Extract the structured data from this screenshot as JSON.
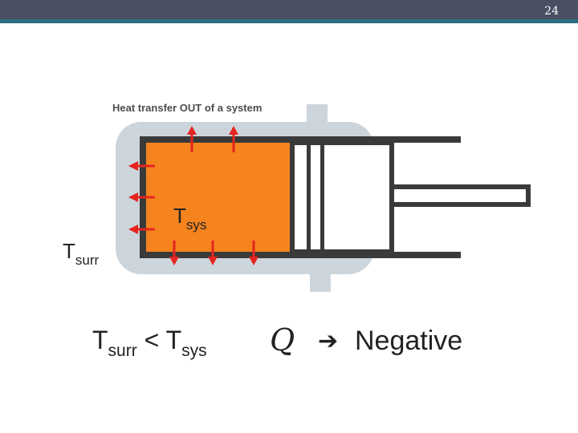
{
  "slide": {
    "page_number": "24"
  },
  "diagram": {
    "title": "Heat transfer OUT of a system",
    "system_label": {
      "main": "T",
      "sub": "sys"
    },
    "surroundings_label": {
      "main": "T",
      "sub": "surr"
    },
    "colors": {
      "system": "#f5841f",
      "walls": "#3a3a3a",
      "surroundings": "#cdd5dc",
      "heat_arrows": "#e5251f"
    }
  },
  "relation": {
    "left_main": "T",
    "left_sub": "surr",
    "operator": " < ",
    "right_main": "T",
    "right_sub": "sys"
  },
  "conclusion": {
    "symbol": "Q",
    "arrow_icon": "➔",
    "result": "Negative"
  }
}
